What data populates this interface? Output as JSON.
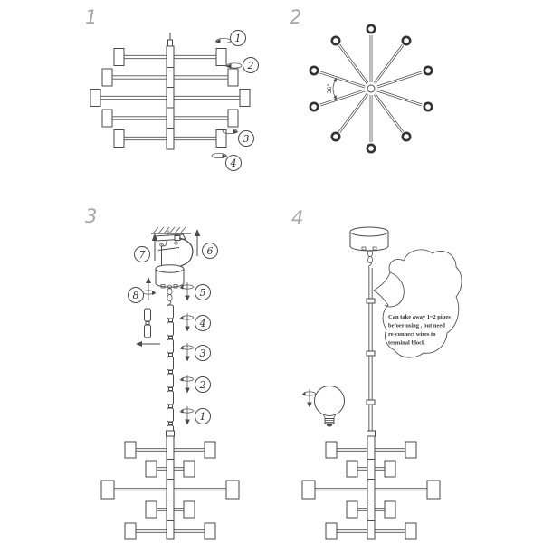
{
  "panels": {
    "p1": {
      "label": "1",
      "steps": [
        "1",
        "2",
        "3",
        "4"
      ]
    },
    "p2": {
      "label": "2",
      "angle_label": "36°"
    },
    "p3": {
      "label": "3",
      "steps": [
        "7",
        "6",
        "8",
        "5",
        "4",
        "3",
        "2",
        "1"
      ]
    },
    "p4": {
      "label": "4",
      "note_lines": [
        "Can take away 1~2 pipes",
        "befoer using , but need",
        "re-connect wires to",
        "terminal block"
      ]
    }
  },
  "colors": {
    "line": "#4a4a4a",
    "panel_label": "#a8a8a8",
    "background": "#ffffff"
  }
}
